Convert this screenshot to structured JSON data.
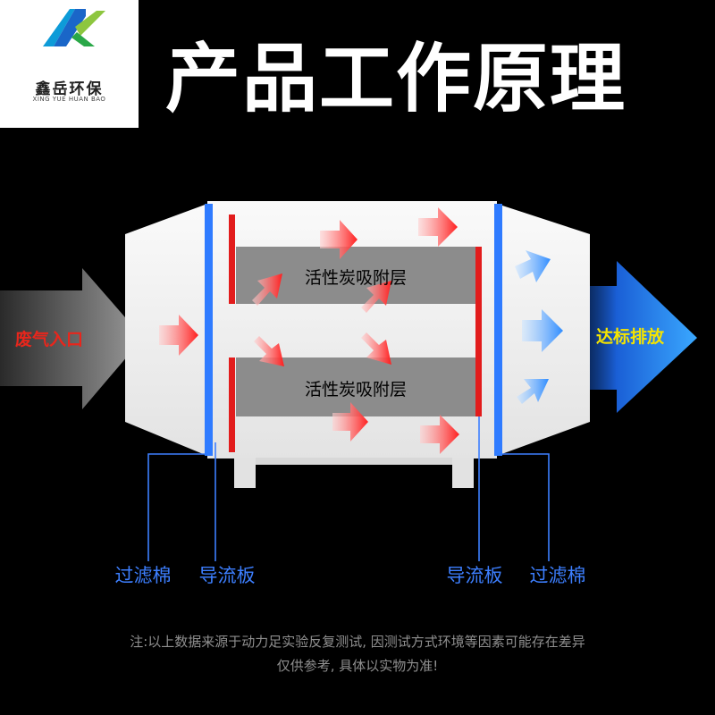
{
  "brand": {
    "name_cn": "鑫岳环保",
    "name_en": "XING YUE HUAN BAO"
  },
  "title": "产品工作原理",
  "diagram": {
    "inlet_label": "废气入口",
    "outlet_label": "达标排放",
    "carbon_layer_top": "活性炭吸附层",
    "carbon_layer_bottom": "活性炭吸附层",
    "callouts": {
      "left_filter": "过滤棉",
      "left_baffle": "导流板",
      "right_baffle": "导流板",
      "right_filter": "过滤棉"
    }
  },
  "notes": {
    "line1": "注:以上数据来源于动力足实验反复测试, 因测试方式环境等因素可能存在差异",
    "line2": "仅供参考, 具体以实物为准!"
  },
  "colors": {
    "background": "#000000",
    "title": "#ffffff",
    "inlet_text": "#e8261c",
    "outlet_text": "#f5e400",
    "callout_text": "#3d7fff",
    "flow_red": "#ff2a2a",
    "flow_blue": "#2f8cff",
    "filter_blue": "#2f7bff",
    "baffle_red": "#e21c1c",
    "carbon_gray": "#8c8c8c",
    "housing": "#f2f2f2"
  }
}
